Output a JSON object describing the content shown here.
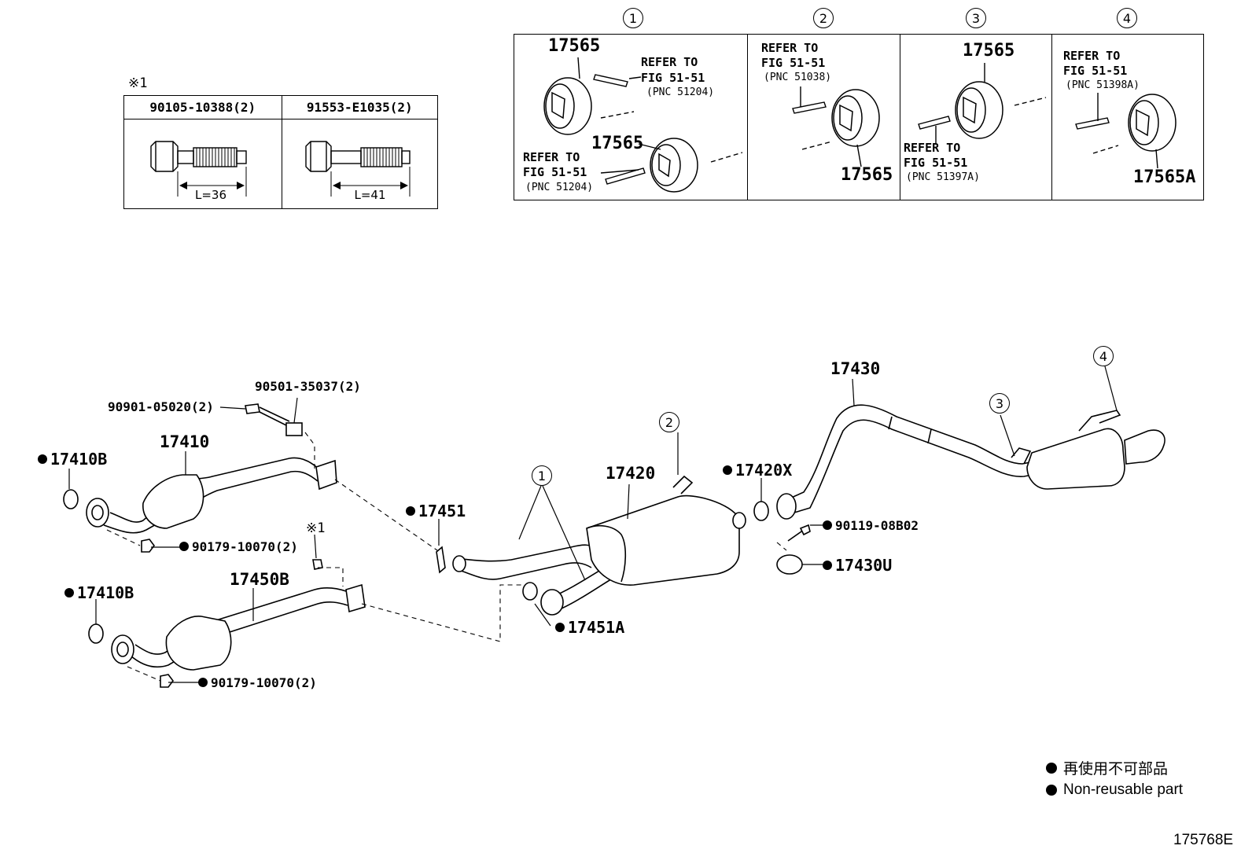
{
  "bolt_table": {
    "note_mark": "※1",
    "columns": [
      {
        "part": "90105-10388(2)",
        "length": "L=36"
      },
      {
        "part": "91553-E1035(2)",
        "length": "L=41"
      }
    ]
  },
  "detail_table": {
    "panels": [
      {
        "num": "1",
        "parts": [
          "17565",
          "17565"
        ],
        "refs": [
          {
            "line1": "REFER TO",
            "line2": "FIG 51-51",
            "pnc": "(PNC 51204)"
          },
          {
            "line1": "REFER TO",
            "line2": "FIG 51-51",
            "pnc": "(PNC 51204)"
          }
        ]
      },
      {
        "num": "2",
        "parts": [
          "17565"
        ],
        "refs": [
          {
            "line1": "REFER TO",
            "line2": "FIG 51-51",
            "pnc": "(PNC 51038)"
          }
        ]
      },
      {
        "num": "3",
        "parts": [
          "17565"
        ],
        "refs": [
          {
            "line1": "REFER TO",
            "line2": "FIG 51-51",
            "pnc": "(PNC 51397A)"
          }
        ]
      },
      {
        "num": "4",
        "parts": [
          "17565A"
        ],
        "refs": [
          {
            "line1": "REFER TO",
            "line2": "FIG 51-51",
            "pnc": "(PNC 51398A)"
          }
        ]
      }
    ]
  },
  "callouts": {
    "c1": "1",
    "c2": "2",
    "c3": "3",
    "c4": "4",
    "note1": "※1"
  },
  "parts": {
    "p90501": "90501-35037(2)",
    "p90901": "90901-05020(2)",
    "p17410": "17410",
    "p17410B_a": "17410B",
    "p17410B_b": "17410B",
    "p90179_a": "90179-10070(2)",
    "p90179_b": "90179-10070(2)",
    "p17450B": "17450B",
    "p17451": "17451",
    "p17451A": "17451A",
    "p17420": "17420",
    "p17420X": "17420X",
    "p90119": "90119-08B02",
    "p17430U": "17430U",
    "p17430": "17430"
  },
  "legend": {
    "line1": "再使用不可部品",
    "line2": "Non-reusable part"
  },
  "figure_code": "175768E"
}
